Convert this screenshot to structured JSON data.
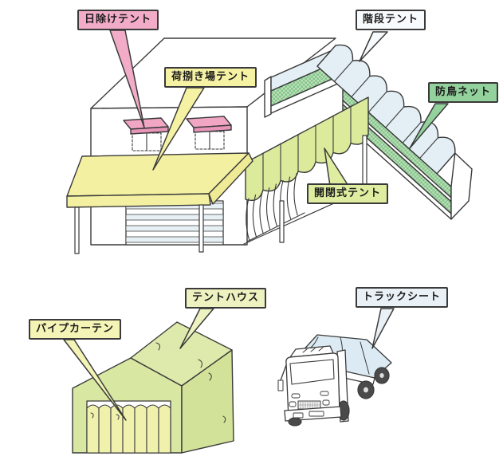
{
  "figure": {
    "description": "Illustrated diagram of industrial tent and sheet products on a warehouse building, a tent house, and a truck",
    "callouts": {
      "sunshade": {
        "label": "日除けテント",
        "color": "#F2ACC7"
      },
      "cargo_area": {
        "label": "荷捌き場テント",
        "color": "#F6F2A4"
      },
      "staircase": {
        "label": "階段テント",
        "color": "#F8FBFD"
      },
      "bird_net": {
        "label": "防鳥ネット",
        "color": "#93D29D"
      },
      "retractable": {
        "label": "開閉式テント",
        "color": "#DFEDA0"
      },
      "tent_house": {
        "label": "テントハウス",
        "color": "#EDF2C0"
      },
      "pipe_curtain": {
        "label": "パイプカーテン",
        "color": "#F4F4B6"
      },
      "truck_sheet": {
        "label": "トラックシート",
        "color": "#E9F1F7"
      }
    },
    "colors": {
      "outline": "#3a3a3a",
      "building_white": "#ffffff",
      "canopy_yellow": "#F4F0A2",
      "awning_pink": "#F1A7C4",
      "stair_blue": "#E3EFF5",
      "net_green": "#82C48A",
      "accordion_green": "#DCEA9C",
      "tent_house_green": "#D8E7A2",
      "truck_sheet_blue": "#DCEBF3",
      "strip_yellow": "#F1F1AE"
    }
  }
}
